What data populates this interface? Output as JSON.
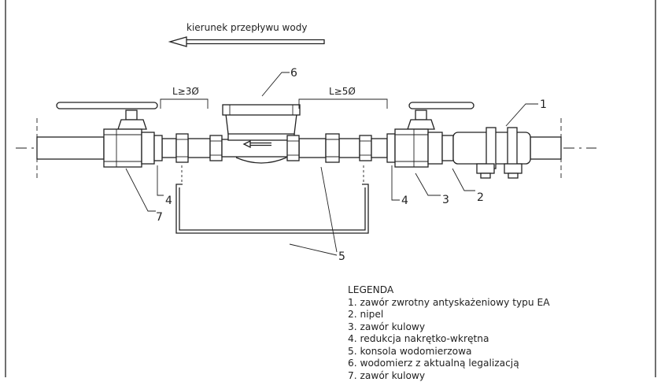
{
  "flow_label": "kierunek przepływu wody",
  "dimensions": {
    "left": "L≥3Ø",
    "right": "L≥5Ø"
  },
  "callouts": [
    "1",
    "2",
    "3",
    "4",
    "4",
    "5",
    "6",
    "7"
  ],
  "legend": {
    "title": "LEGENDA",
    "items": [
      "1. zawór zwrotny antyskażeniowy typu EA",
      "2. nipel",
      "3. zawór kulowy",
      "4. redukcja nakrętko-wkrętna",
      "5. konsola wodomierzowa",
      "6. wodomierz z aktualną legalizacją",
      "7. zawór kulowy"
    ]
  }
}
